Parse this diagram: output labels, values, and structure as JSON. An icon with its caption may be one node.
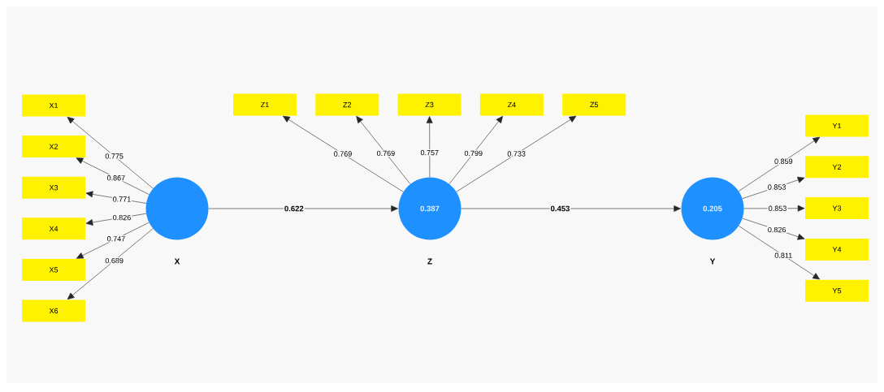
{
  "diagram": {
    "nodes": [
      {
        "text": [
          "X1"
        ]
      },
      {
        "text": [
          "X2"
        ]
      },
      {
        "text": [
          "X3"
        ]
      },
      {
        "text": [
          "X4"
        ]
      },
      {
        "text": [
          "X5"
        ]
      },
      {
        "text": [
          "X6"
        ]
      },
      {
        "text": [
          "X"
        ]
      },
      {
        "text": [
          "Z1"
        ]
      },
      {
        "text": [
          "Z2"
        ]
      },
      {
        "text": [
          "Z3"
        ]
      },
      {
        "text": [
          "Z4"
        ]
      },
      {
        "text": [
          "Z5"
        ]
      },
      {
        "text": [
          "0.387",
          "Z"
        ]
      },
      {
        "text": [
          "0.205",
          "Y"
        ]
      },
      {
        "text": [
          "Y1"
        ]
      },
      {
        "text": [
          "Y2"
        ]
      },
      {
        "text": [
          "Y3"
        ]
      },
      {
        "text": [
          "Y4"
        ]
      },
      {
        "text": [
          "Y5"
        ]
      }
    ],
    "edges": [
      {
        "from": 6,
        "to": 0,
        "arrow": "to",
        "label": "0.775"
      },
      {
        "from": 6,
        "to": 1,
        "arrow": "to",
        "label": "0.867"
      },
      {
        "from": 6,
        "to": 2,
        "arrow": "to",
        "label": "0.771"
      },
      {
        "from": 6,
        "to": 3,
        "arrow": "to",
        "label": "0.826"
      },
      {
        "from": 6,
        "to": 4,
        "arrow": "to",
        "label": "0.747"
      },
      {
        "from": 6,
        "to": 5,
        "arrow": "to",
        "label": "0.689"
      },
      {
        "from": 12,
        "to": 7,
        "arrow": "to",
        "label": "0.769"
      },
      {
        "from": 12,
        "to": 8,
        "arrow": "to",
        "label": "0.769"
      },
      {
        "from": 12,
        "to": 9,
        "arrow": "to",
        "label": "0.757"
      },
      {
        "from": 12,
        "to": 10,
        "arrow": "to",
        "label": "0.799"
      },
      {
        "from": 12,
        "to": 11,
        "arrow": "to",
        "label": "0.733"
      },
      {
        "from": 6,
        "to": 12,
        "arrow": "to",
        "label": "0.622"
      },
      {
        "from": 12,
        "to": 13,
        "arrow": "to",
        "label": "0.453"
      },
      {
        "from": 13,
        "to": 14,
        "arrow": "to",
        "label": "0.859"
      },
      {
        "from": 13,
        "to": 15,
        "arrow": "to",
        "label": "0.853"
      },
      {
        "from": 13,
        "to": 16,
        "arrow": "to",
        "label": "0.853"
      },
      {
        "from": 13,
        "to": 17,
        "arrow": "to",
        "label": "0.826"
      },
      {
        "from": 13,
        "to": 18,
        "arrow": "to",
        "label": "0.811"
      }
    ]
  }
}
